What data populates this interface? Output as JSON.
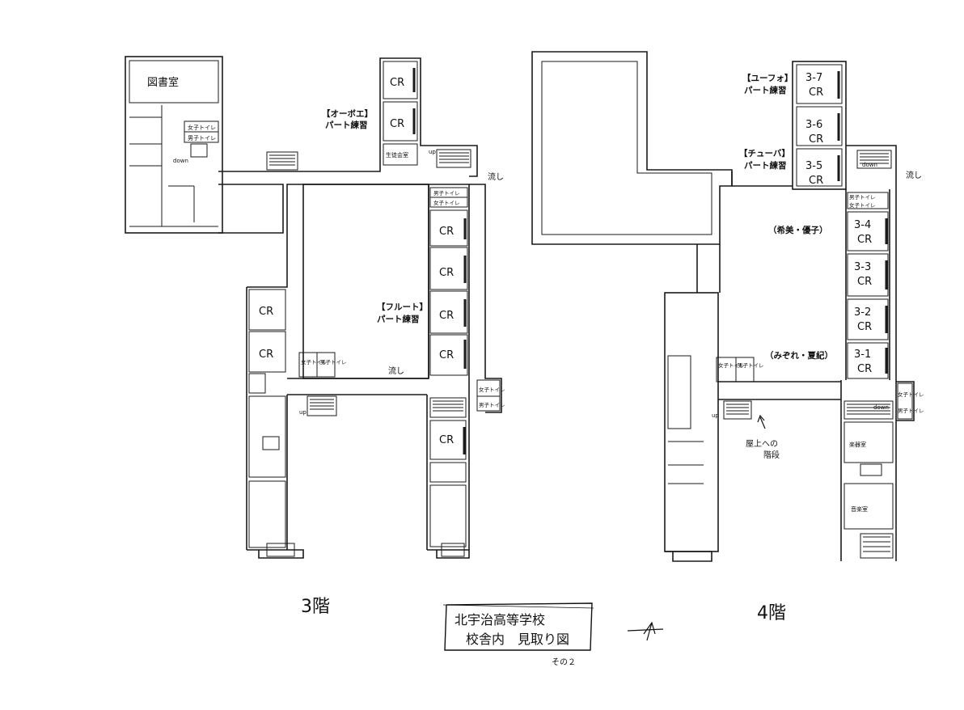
{
  "floor3": {
    "caption": "3階",
    "rooms": {
      "library": "図書室",
      "student_council": "生徒会室",
      "cr": "CR"
    },
    "toilets": {
      "women": "女子トイレ",
      "men": "男子トイレ"
    },
    "labels": {
      "oboe_1": "【オーボエ】",
      "oboe_2": "パート練習",
      "flute_1": "【フルート】",
      "flute_2": "パート練習"
    },
    "stairs": {
      "up": "up",
      "down": "down"
    },
    "sink": "流し"
  },
  "floor4": {
    "caption": "4階",
    "rooms": {
      "r37": "3-7",
      "r36": "3-6",
      "r35": "3-5",
      "r34": "3-4",
      "r33": "3-3",
      "r32": "3-2",
      "r31": "3-1",
      "cr": "CR",
      "instrument_room": "楽器室",
      "music_room": "音楽室"
    },
    "toilets": {
      "women": "女子トイレ",
      "men": "男子トイレ"
    },
    "labels": {
      "euphonium_1": "【ユーフォ】",
      "euphonium_2": "パート練習",
      "tuba_1": "【チューバ】",
      "tuba_2": "パート練習",
      "pair_a": "（希美・優子）",
      "pair_b": "（みぞれ・夏紀）",
      "roof_1": "屋上への",
      "roof_2": "階段"
    },
    "stairs": {
      "up": "up",
      "down": "down"
    },
    "sink": "流し"
  },
  "title_box": {
    "line1": "北宇治高等学校",
    "line2": "校舎内　見取り図",
    "sub": "その２"
  },
  "north_mark": "N"
}
